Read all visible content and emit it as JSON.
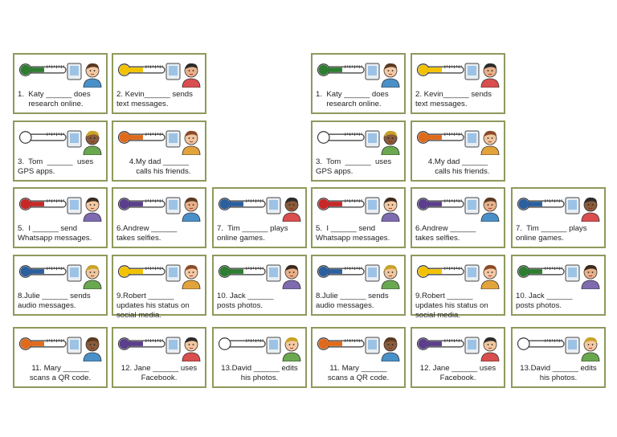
{
  "cards": [
    {
      "text": "1.  Katy ______ does\n     research online.",
      "level": "green",
      "icon": "laptop-woman-icon"
    },
    {
      "text": "2. Kevin______ sends\ntext messages.",
      "level": "yellow",
      "icon": "phone-man-icon"
    },
    {
      "text": "3.  Tom  ______  uses\nGPS apps.",
      "level": "empty",
      "icon": "gps-man-icon"
    },
    {
      "text": "4.My dad ______\n    calls his friends.",
      "level": "orange",
      "icon": "call-man-icon"
    },
    {
      "text": "5.  I ______ send\nWhatsapp messages.",
      "level": "red",
      "icon": "whatsapp-woman-icon"
    },
    {
      "text": "6.Andrew ______\ntakes selfies.",
      "level": "purple",
      "icon": "selfie-man-icon"
    },
    {
      "text": "7.  Tim ______ plays\nonline games.",
      "level": "blue",
      "icon": "gamer-icon"
    },
    {
      "text": "8.Julie ______ sends\naudio messages.",
      "level": "blue",
      "icon": "audio-woman-icon"
    },
    {
      "text": "9.Robert ______\nupdates his status on\nsocial media.",
      "level": "yellow",
      "icon": "social-man-icon"
    },
    {
      "text": "10. Jack ______\nposts photos.",
      "level": "green",
      "icon": "photo-man-icon"
    },
    {
      "text": "11. Mary ______\nscans a QR code.",
      "level": "orange",
      "icon": "qr-woman-icon"
    },
    {
      "text": "12. Jane ______ uses\nFacebook.",
      "level": "purple",
      "icon": "facebook-woman-icon"
    },
    {
      "text": "13.David ______ edits\nhis photos.",
      "level": "empty",
      "icon": "edit-man-icon"
    }
  ],
  "colors": {
    "green": "#2e7d32",
    "yellow": "#f2c200",
    "orange": "#e06a1b",
    "red": "#c62828",
    "purple": "#5b3f8c",
    "blue": "#2c5f9e",
    "empty": "#ffffff",
    "frame": "#8d9a5c"
  }
}
